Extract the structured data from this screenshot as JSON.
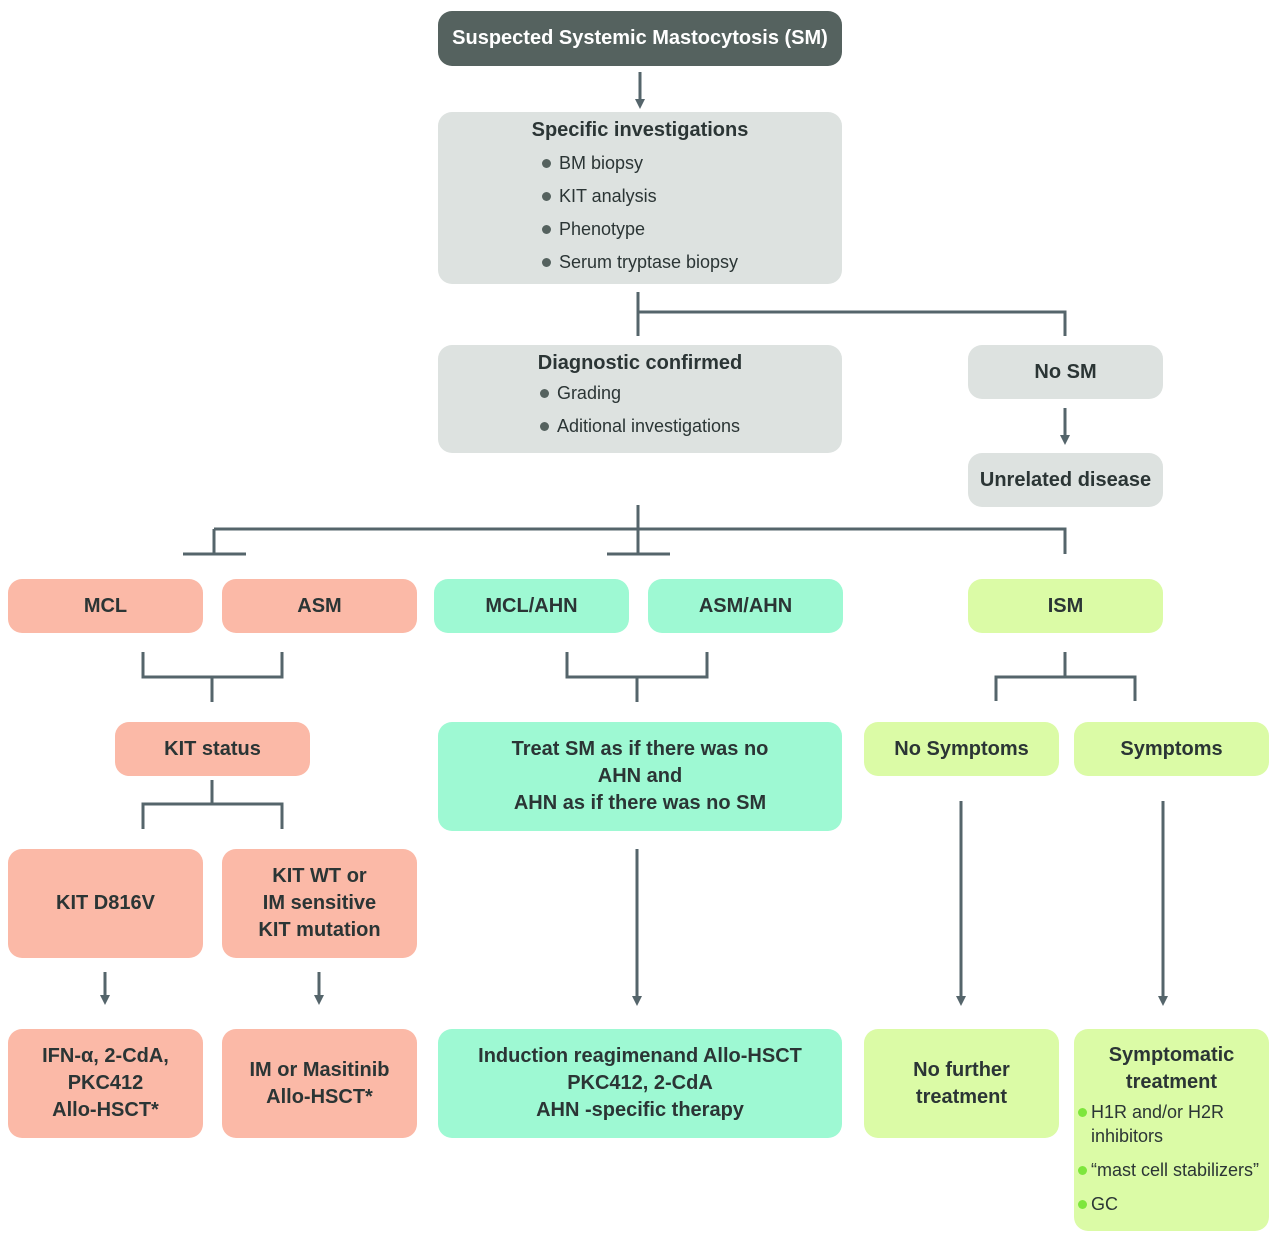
{
  "colors": {
    "connector": "#55656b",
    "dark_node": "#55625f",
    "grey_node": "#dde2e0",
    "salmon_node": "#fbb9a7",
    "mint_node": "#9ef9d3",
    "lime_node": "#dbfba6",
    "bullet_grey": "#55625f",
    "bullet_green": "#7de63c"
  },
  "start": {
    "label": "Suspected Systemic Mastocytosis (SM)"
  },
  "investigations": {
    "title": "Specific investigations",
    "items": [
      "BM biopsy",
      "KIT analysis",
      "Phenotype",
      "Serum tryptase biopsy"
    ]
  },
  "diagnostic": {
    "title": "Diagnostic confirmed",
    "items": [
      "Grading",
      "Aditional investigations"
    ]
  },
  "no_sm": {
    "label": "No SM"
  },
  "unrelated": {
    "label": "Unrelated disease"
  },
  "categories": {
    "mcl": "MCL",
    "asm": "ASM",
    "mcl_ahn": "MCL/AHN",
    "asm_ahn": "ASM/AHN",
    "ism": "ISM"
  },
  "kit_status": {
    "label": "KIT status"
  },
  "kit_d816v": {
    "label": "KIT D816V"
  },
  "kit_wt": {
    "lines": [
      "KIT WT or",
      "IM sensitive",
      "KIT mutation"
    ]
  },
  "treat_d816v": {
    "lines": [
      "IFN-α, 2-CdA,",
      "PKC412",
      "Allo-HSCT*"
    ]
  },
  "treat_wt": {
    "lines": [
      "IM or Masitinib",
      "Allo-HSCT*"
    ]
  },
  "ahn_rule": {
    "lines": [
      "Treat SM as if there was no",
      "AHN and",
      "AHN as if there was no SM"
    ]
  },
  "ahn_treatment": {
    "lines": [
      "Induction reagimenand Allo-HSCT",
      "PKC412, 2-CdA",
      "AHN -specific therapy"
    ]
  },
  "no_symptoms": {
    "label": "No Symptoms"
  },
  "symptoms": {
    "label": "Symptoms"
  },
  "no_further": {
    "lines": [
      "No further",
      "treatment"
    ]
  },
  "symptomatic": {
    "title_lines": [
      "Symptomatic",
      "treatment"
    ],
    "items": [
      "H1R and/or H2R inhibitors",
      "“mast cell stabilizers”",
      "GC"
    ]
  }
}
